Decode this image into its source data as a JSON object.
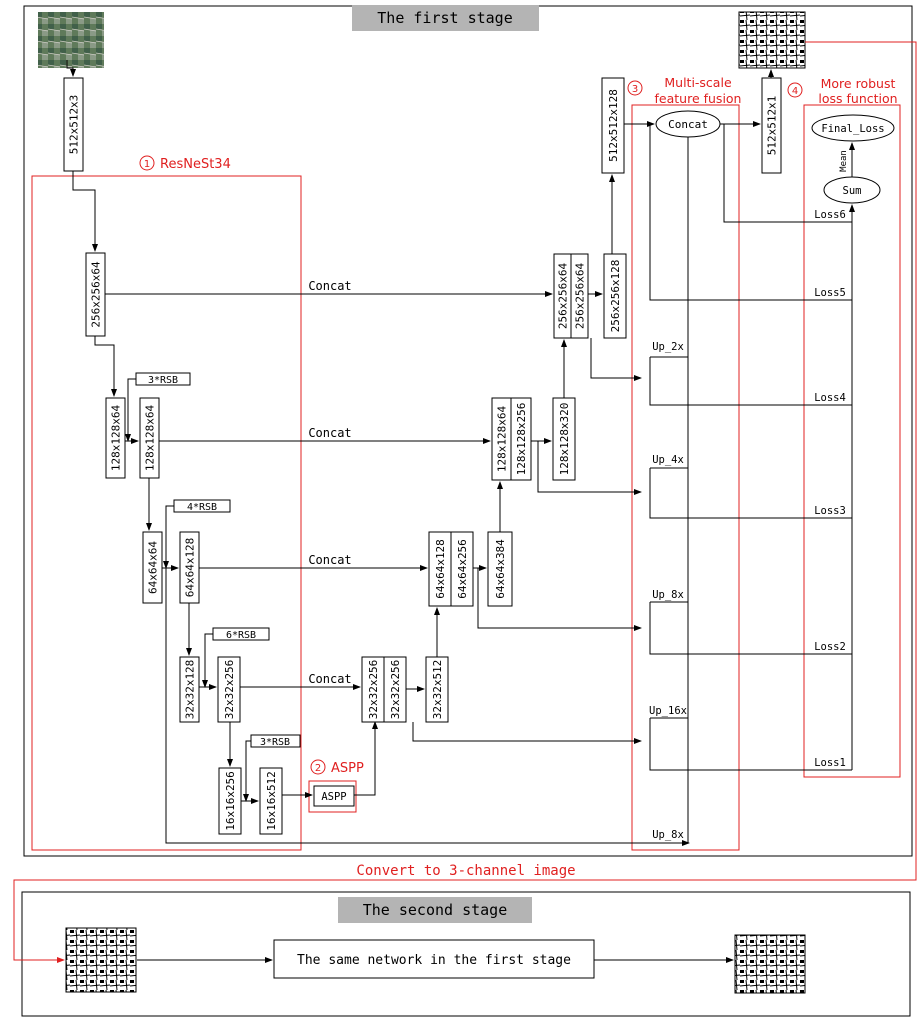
{
  "stage1": {
    "title": "The first stage"
  },
  "stage2": {
    "title": "The second stage",
    "network_label": "The same network in the first stage"
  },
  "convert_label": "Convert to 3-channel image",
  "annotations": [
    {
      "num": "1",
      "text": "ResNeSt34"
    },
    {
      "num": "2",
      "text": "ASPP"
    },
    {
      "num": "3",
      "line1": "Multi-scale",
      "line2": "feature fusion"
    },
    {
      "num": "4",
      "line1": "More robust",
      "line2": "loss function"
    }
  ],
  "blocks": {
    "input": "512x512x3",
    "enc1": "256x256x64",
    "enc2a": "128x128x64",
    "enc2b": "128x128x64",
    "enc3a": "64x64x64",
    "enc3b": "64x64x128",
    "enc4a": "32x32x128",
    "enc4b": "32x32x256",
    "enc5a": "16x16x256",
    "enc5b": "16x16x512",
    "dec4a": "32x32x256",
    "dec4b": "32x32x256",
    "dec4c": "32x32x512",
    "dec3a": "64x64x128",
    "dec3b": "64x64x256",
    "dec3c": "64x64x384",
    "dec2a": "128x128x64",
    "dec2b": "128x128x256",
    "dec2c": "128x128x320",
    "dec1a": "256x256x64",
    "dec1b": "256x256x64",
    "dec1c": "256x256x128",
    "dec0": "512x512x128",
    "out": "512x512x1"
  },
  "rsb": [
    "3*RSB",
    "4*RSB",
    "6*RSB",
    "3*RSB"
  ],
  "aspp": "ASPP",
  "concat": "Concat",
  "concat_node": "Concat",
  "sum_node": "Sum",
  "final_loss": "Final_Loss",
  "mean_label": "Mean",
  "ups": [
    "Up_2x",
    "Up_4x",
    "Up_8x",
    "Up_16x",
    "Up_8x"
  ],
  "losses": [
    "Loss6",
    "Loss5",
    "Loss4",
    "Loss3",
    "Loss2",
    "Loss1"
  ],
  "images": [
    "satellite-input",
    "segmentation-output",
    "segmentation-input",
    "segmentation-output"
  ]
}
